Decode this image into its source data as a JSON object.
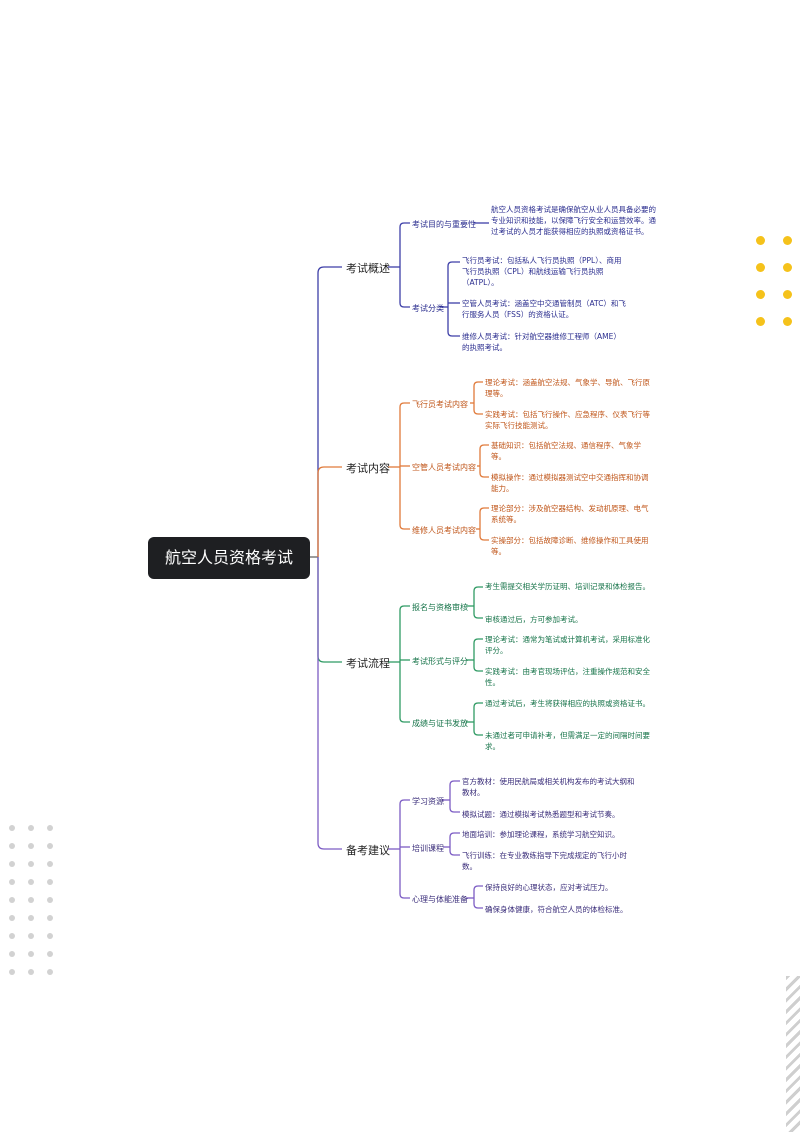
{
  "root": {
    "label": "航空人员资格考试"
  },
  "colors": {
    "branch1": "#3d3fa8",
    "branch2": "#e07a3a",
    "branch3": "#2f9a63",
    "branch4": "#7c5cc4",
    "accent_dots": "#f5c21b"
  },
  "branches": [
    {
      "label": "考试概述",
      "subs": [
        {
          "label": "考试目的与重要性",
          "leaves": [
            "航空人员资格考试是确保航空从业人员具备必要的专业知识和技能，以保障飞行安全和运营效率。通过考试的人员才能获得相应的执照或资格证书。"
          ]
        },
        {
          "label": "考试分类",
          "leaves": [
            "飞行员考试：包括私人飞行员执照（PPL）、商用飞行员执照（CPL）和航线运输飞行员执照（ATPL）。",
            "空管人员考试：涵盖空中交通管制员（ATC）和飞行服务人员（FSS）的资格认证。",
            "维修人员考试：针对航空器维修工程师（AME）的执照考试。"
          ]
        }
      ]
    },
    {
      "label": "考试内容",
      "subs": [
        {
          "label": "飞行员考试内容",
          "leaves": [
            "理论考试：涵盖航空法规、气象学、导航、飞行原理等。",
            "实践考试：包括飞行操作、应急程序、仪表飞行等实际飞行技能测试。"
          ]
        },
        {
          "label": "空管人员考试内容",
          "leaves": [
            "基础知识：包括航空法规、通信程序、气象学等。",
            "模拟操作：通过模拟器测试空中交通指挥和协调能力。"
          ]
        },
        {
          "label": "维修人员考试内容",
          "leaves": [
            "理论部分：涉及航空器结构、发动机原理、电气系统等。",
            "实操部分：包括故障诊断、维修操作和工具使用等。"
          ]
        }
      ]
    },
    {
      "label": "考试流程",
      "subs": [
        {
          "label": "报名与资格审核",
          "leaves": [
            "考生需提交相关学历证明、培训记录和体检报告。",
            "审核通过后，方可参加考试。"
          ]
        },
        {
          "label": "考试形式与评分",
          "leaves": [
            "理论考试：通常为笔试或计算机考试，采用标准化评分。",
            "实践考试：由考官现场评估，注重操作规范和安全性。"
          ]
        },
        {
          "label": "成绩与证书发放",
          "leaves": [
            "通过考试后，考生将获得相应的执照或资格证书。",
            "未通过者可申请补考，但需满足一定的间隔时间要求。"
          ]
        }
      ]
    },
    {
      "label": "备考建议",
      "subs": [
        {
          "label": "学习资源",
          "leaves": [
            "官方教材：使用民航局或相关机构发布的考试大纲和教材。",
            "模拟试题：通过模拟考试熟悉题型和考试节奏。"
          ]
        },
        {
          "label": "培训课程",
          "leaves": [
            "地面培训：参加理论课程，系统学习航空知识。",
            "飞行训练：在专业教练指导下完成规定的飞行小时数。"
          ]
        },
        {
          "label": "心理与体能准备",
          "leaves": [
            "保持良好的心理状态，应对考试压力。",
            "确保身体健康，符合航空人员的体检标准。"
          ]
        }
      ]
    }
  ]
}
